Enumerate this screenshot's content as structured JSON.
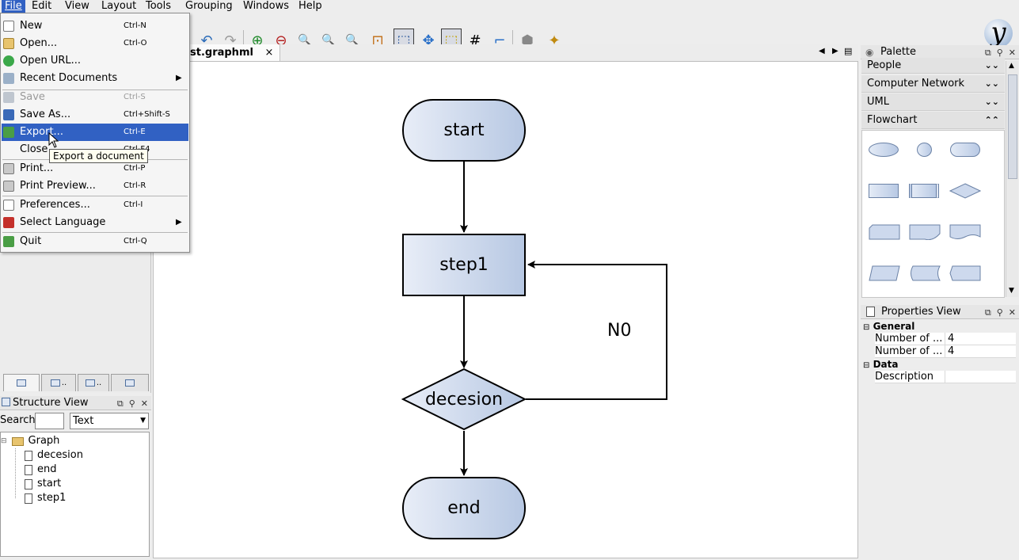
{
  "menubar": [
    "File",
    "Edit",
    "View",
    "Layout",
    "Tools",
    "Grouping",
    "Windows",
    "Help"
  ],
  "file_menu": {
    "items": [
      {
        "label": "New",
        "shortcut": "Ctrl-N"
      },
      {
        "label": "Open...",
        "shortcut": "Ctrl-O"
      },
      {
        "label": "Open URL...",
        "shortcut": ""
      },
      {
        "label": "Recent Documents",
        "shortcut": ""
      },
      {
        "label": "Save",
        "shortcut": "Ctrl-S"
      },
      {
        "label": "Save As...",
        "shortcut": "Ctrl+Shift-S"
      },
      {
        "label": "Export...",
        "shortcut": "Ctrl-E"
      },
      {
        "label": "Close",
        "shortcut": "Ctrl-F4"
      },
      {
        "label": "Print...",
        "shortcut": "Ctrl-P"
      },
      {
        "label": "Print Preview...",
        "shortcut": "Ctrl-R"
      },
      {
        "label": "Preferences...",
        "shortcut": "Ctrl-I"
      },
      {
        "label": "Select Language",
        "shortcut": ""
      },
      {
        "label": "Quit",
        "shortcut": "Ctrl-Q"
      }
    ],
    "tooltip": "Export a document"
  },
  "editor": {
    "tab_title": "st.graphml",
    "close_glyph": "×"
  },
  "diagram": {
    "nodes": [
      "start",
      "step1",
      "decesion",
      "end"
    ],
    "edge_label": "N0"
  },
  "structure_view": {
    "title": "Structure View",
    "search_label": "Search",
    "search_value": "",
    "filter_value": "Text",
    "root": "Graph",
    "items": [
      "decesion",
      "end",
      "start",
      "step1"
    ]
  },
  "palette": {
    "title": "Palette",
    "sections": [
      "People",
      "Computer Network",
      "UML",
      "Flowchart"
    ]
  },
  "properties": {
    "title": "Properties View",
    "general": "General",
    "rows": [
      {
        "key": "Number of ...",
        "value": "4"
      },
      {
        "key": "Number of ...",
        "value": "4"
      }
    ],
    "data": "Data",
    "description": "Description"
  },
  "colors": {
    "selection": "#3161c3",
    "node_fill_left": "#e8edf7",
    "node_fill_right": "#b7c8e3"
  }
}
